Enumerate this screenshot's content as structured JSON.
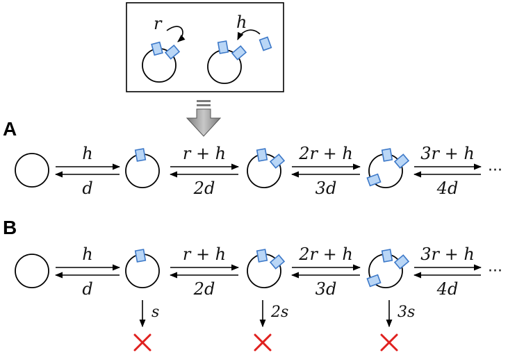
{
  "inset": {
    "labels": [
      "r",
      "h"
    ]
  },
  "panels": [
    "A",
    "B"
  ],
  "forward_rates": [
    "h",
    "r + h",
    "2r + h",
    "3r + h"
  ],
  "backward_rates": [
    "d",
    "2d",
    "3d",
    "4d"
  ],
  "death_rates": [
    "s",
    "2s",
    "3s"
  ],
  "continuation": "···",
  "colors": {
    "block_fill": "#b9d6f6",
    "block_stroke": "#3c78c8",
    "cross": "#e0201e",
    "arrow_fill": "#9a9a9a"
  }
}
